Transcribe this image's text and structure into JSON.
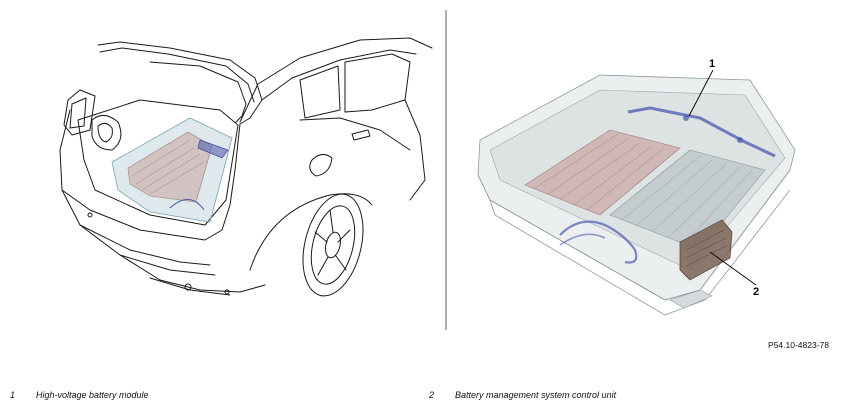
{
  "callouts": {
    "one": "1",
    "two": "2"
  },
  "figure_code": "P54.10-4823-78",
  "legend": [
    {
      "num": "1",
      "text": "High-voltage battery module"
    },
    {
      "num": "2",
      "text": "Battery management system control unit"
    }
  ]
}
